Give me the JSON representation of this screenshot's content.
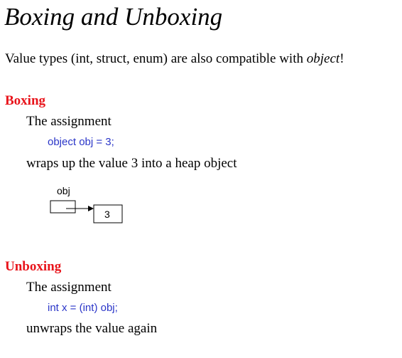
{
  "title": "Boxing and Unboxing",
  "intro": {
    "before": "Value types (int, struct, enum) are also compatible with ",
    "emphasis": "object",
    "after": "!"
  },
  "boxing": {
    "heading": "Boxing",
    "lead": "The assignment",
    "code": "object obj = 3;",
    "explanation": "wraps up the value 3 into a heap object"
  },
  "diagram": {
    "variable_label": "obj",
    "value": "3"
  },
  "unboxing": {
    "heading": "Unboxing",
    "lead": "The assignment",
    "code": "int x = (int) obj;",
    "explanation": "unwraps the value again"
  },
  "colors": {
    "heading": "#e8141b",
    "code": "#2a35c8",
    "text": "#000000"
  }
}
